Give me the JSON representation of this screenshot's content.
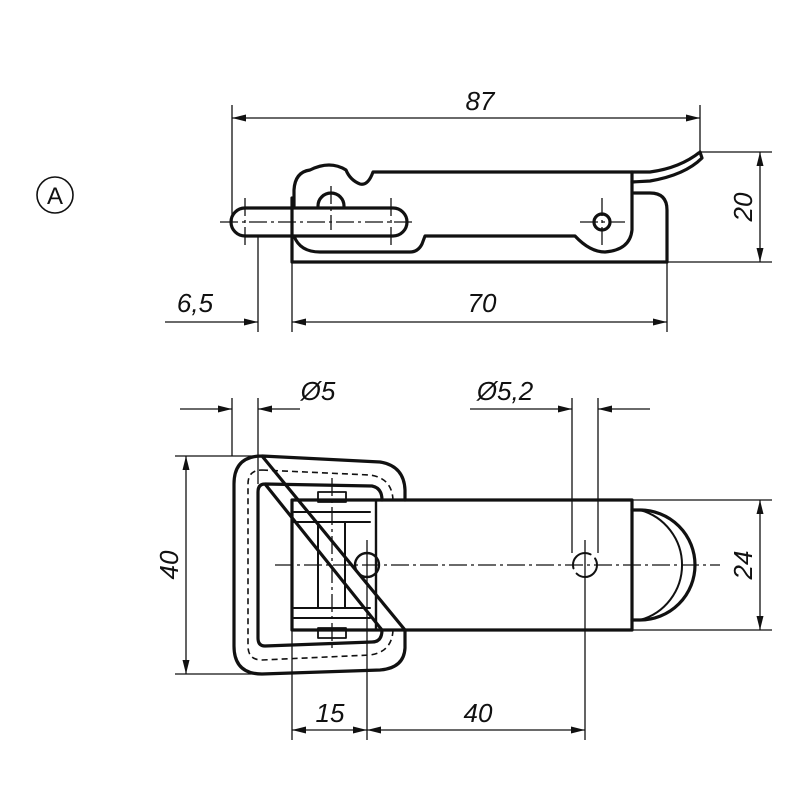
{
  "view_label": "A",
  "top_view": {
    "overall_length": "87",
    "height": "20",
    "offset": "6,5",
    "base_length": "70"
  },
  "plan_view": {
    "pin_diameter": "Ø5",
    "hole_diameter": "Ø5,2",
    "bail_width": "40",
    "strip_width": "24",
    "pin_offset": "15",
    "hole_spacing": "40"
  }
}
